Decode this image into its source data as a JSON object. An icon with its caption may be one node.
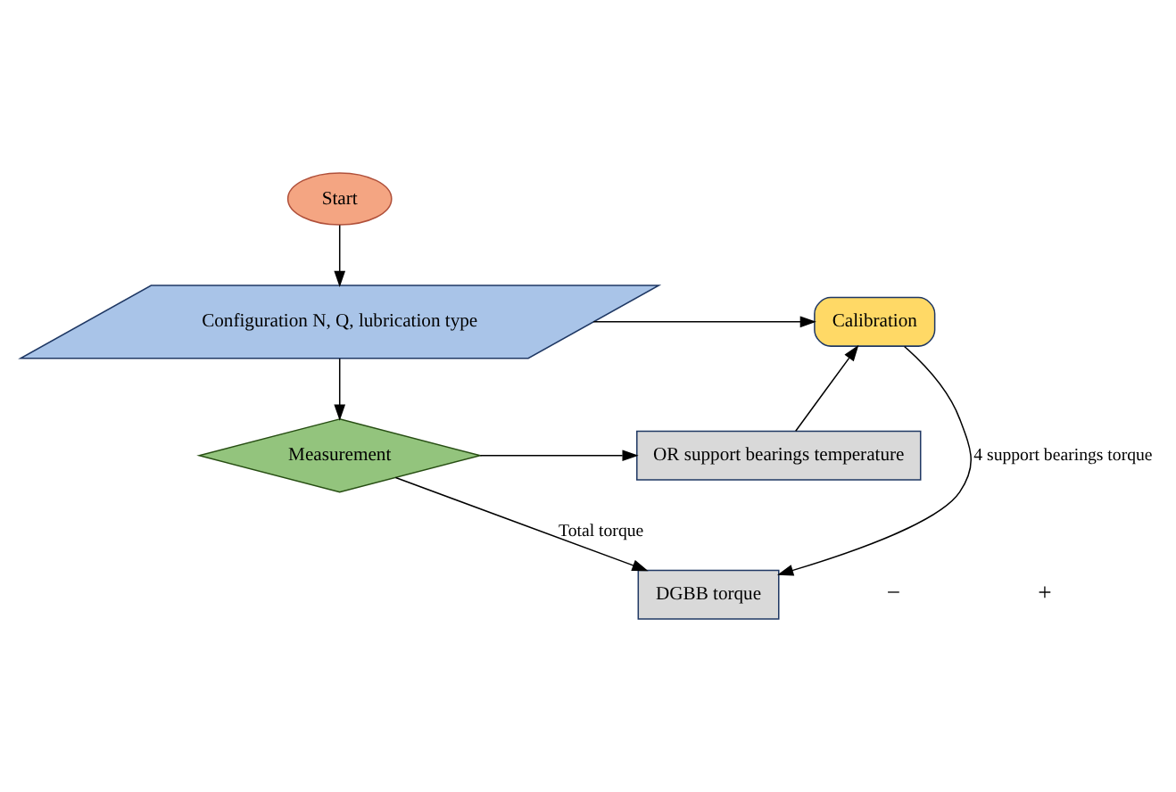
{
  "diagram": {
    "nodes": [
      {
        "text": [
          "Start"
        ]
      },
      {
        "text": [
          "Configuration N, Q, lubrication type"
        ]
      },
      {
        "text": [
          "Calibration"
        ]
      },
      {
        "text": [
          "Measurement"
        ]
      },
      {
        "text": [
          "OR support bearings temperature"
        ]
      },
      {
        "text": [
          "DGBB torque"
        ]
      }
    ],
    "edges": [
      {
        "from": 0,
        "to": 1,
        "arrow": "to"
      },
      {
        "from": 1,
        "to": 2,
        "arrow": "to"
      },
      {
        "from": 1,
        "to": 3,
        "arrow": "to"
      },
      {
        "from": 3,
        "to": 4,
        "arrow": "to"
      },
      {
        "from": 4,
        "to": 2,
        "arrow": "to"
      },
      {
        "from": 2,
        "to": 5,
        "arrow": "to",
        "label": "4 support bearings torque"
      },
      {
        "from": 3,
        "to": 5,
        "arrow": "to",
        "label": "Total torque"
      }
    ],
    "labels": [
      "−",
      "+"
    ]
  }
}
